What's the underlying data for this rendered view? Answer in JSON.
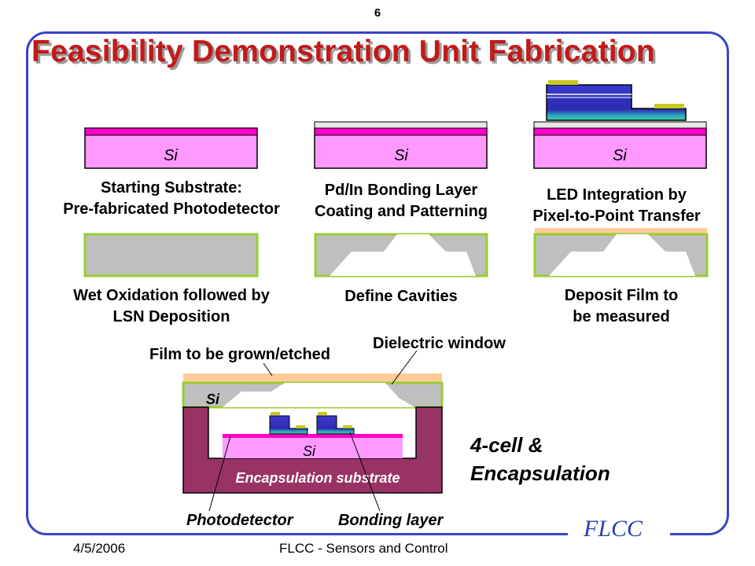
{
  "slide": {
    "number": "6",
    "title": "Feasibility Demonstration Unit Fabrication",
    "logo": "FLCC",
    "footer": {
      "date": "4/5/2006",
      "center": "FLCC - Sensors and Control"
    }
  },
  "steps": [
    {
      "line1": "Starting Substrate:",
      "line2": "Pre-fabricated Photodetector",
      "layer_label": "Si"
    },
    {
      "line1": "Pd/In Bonding Layer",
      "line2": "Coating and Patterning",
      "layer_label": "Si"
    },
    {
      "line1": "LED Integration by",
      "line2": "Pixel-to-Point Transfer",
      "layer_label": "Si"
    },
    {
      "line1": "Wet Oxidation followed by",
      "line2": "LSN Deposition"
    },
    {
      "line1": "Define Cavities",
      "line2": ""
    },
    {
      "line1": "Deposit Film to",
      "line2": "be measured"
    }
  ],
  "assembly": {
    "film_label": "Film to be grown/etched",
    "window_label": "Dielectric window",
    "top_si": "Si",
    "inner_si": "Si",
    "encapsulation": "Encapsulation substrate",
    "photodetector": "Photodetector",
    "bonding": "Bonding layer",
    "cell_label_1": "4-cell &",
    "cell_label_2": "Encapsulation"
  },
  "colors": {
    "frame": "#3a43c8",
    "title": "#c21a1a",
    "si_pink": "#ff99ff",
    "magenta_layer": "#ff00cc",
    "led_blue": "#2d2db8",
    "contact_yellow": "#c8c820",
    "oxide_gray": "#bfbfbf",
    "nitride_green": "#99cc33",
    "film_peach": "#ffcc99",
    "encapsulation": "#993366"
  }
}
